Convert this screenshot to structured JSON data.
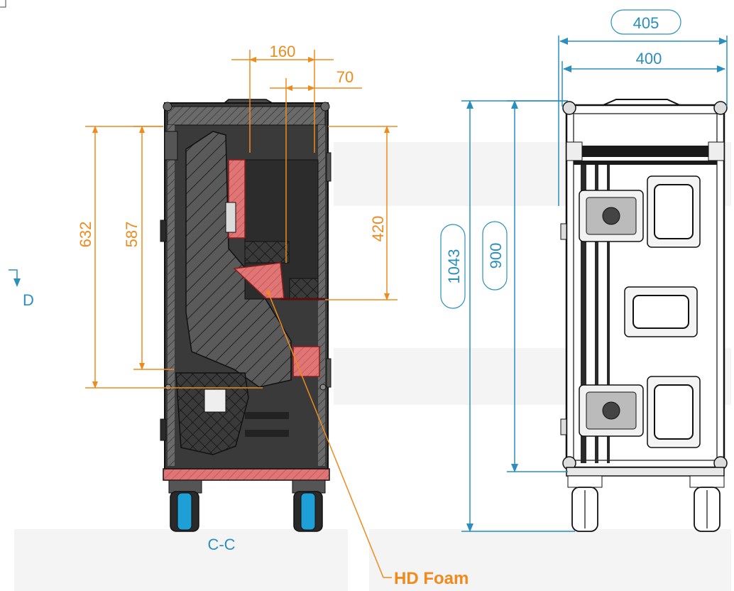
{
  "section_view": {
    "label": "C-C",
    "dims": {
      "w160": "160",
      "w70": "70",
      "h632": "632",
      "h587": "587",
      "h420": "420"
    }
  },
  "side_view": {
    "dims": {
      "w405": "405",
      "w400": "400",
      "h1043": "1043",
      "h900": "900"
    }
  },
  "marker": {
    "label": "D"
  },
  "callout": {
    "label": "HD Foam"
  },
  "colors": {
    "orange": "#f08a1c",
    "blue": "#2a8fbf",
    "foam_red": "#e07575",
    "case_dark": "#3c3c3c"
  }
}
